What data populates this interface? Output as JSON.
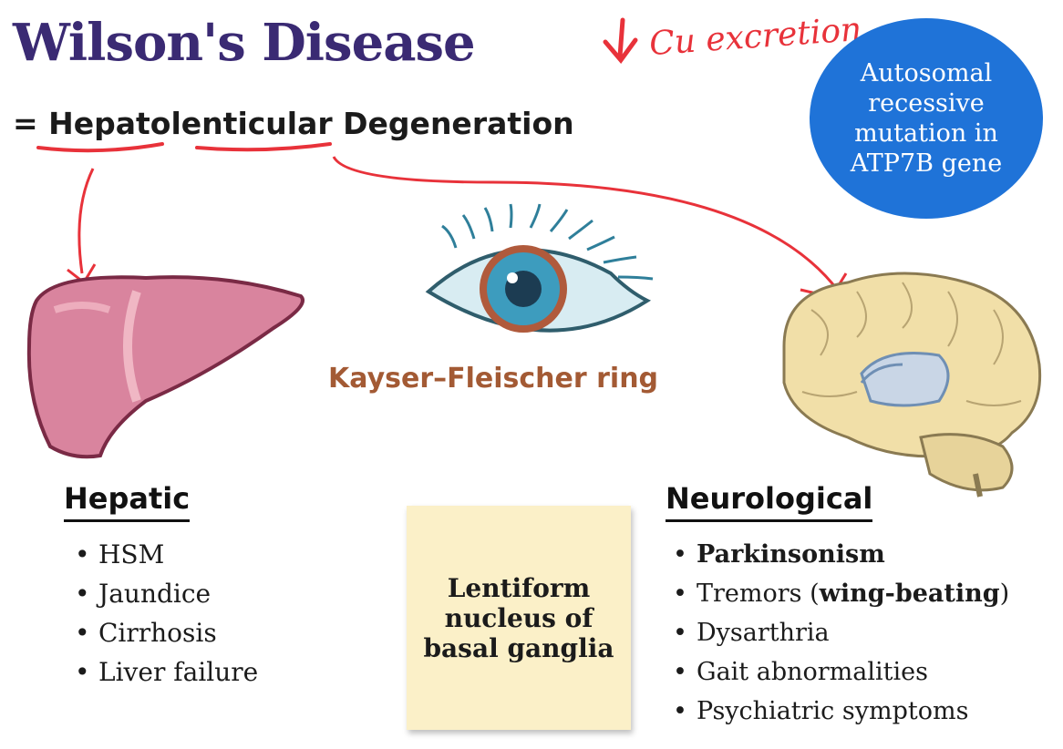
{
  "title": "Wilson's Disease",
  "subtitle": {
    "prefix": "= ",
    "part1": "Hepatolenticular",
    "part2": " Degeneration"
  },
  "handwritten_note": "Cu excretion",
  "badge": "Autosomal recessive mutation in ATP7B gene",
  "eye_label": "Kayser–Fleischer ring",
  "hepatic": {
    "heading": "Hepatic",
    "items": [
      "HSM",
      "Jaundice",
      "Cirrhosis",
      "Liver failure"
    ]
  },
  "sticky_note": "Lentiform nucleus of basal ganglia",
  "neurological": {
    "heading": "Neurological",
    "item1": "Parkinsonism",
    "item2_a": "Tremors (",
    "item2_b": "wing-beating",
    "item2_c": ")",
    "item3": "Dysarthria",
    "item4": "Gait abnormalities",
    "item5": "Psychiatric symptoms"
  },
  "colors": {
    "title": "#3a2a73",
    "annotation_red": "#e8323a",
    "badge_blue": "#1f73d8",
    "eye_label": "#a35a34",
    "sticky_note": "#fbf0c8"
  },
  "icons": [
    "liver-illustration",
    "eye-illustration",
    "brain-illustration",
    "down-arrow-icon"
  ]
}
